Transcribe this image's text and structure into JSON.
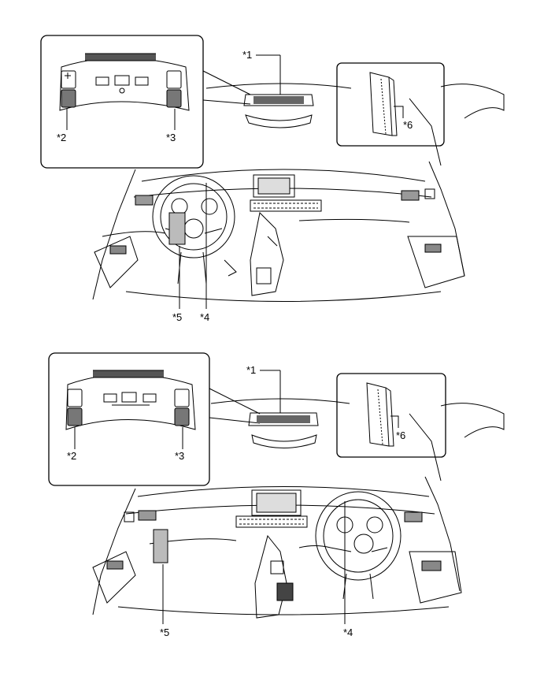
{
  "diagram": {
    "lhd": {
      "callouts": {
        "c1": "*1",
        "c2": "*2",
        "c3": "*3",
        "c4": "*4",
        "c5": "*5",
        "c6": "*6"
      }
    },
    "rhd": {
      "callouts": {
        "c1": "*1",
        "c2": "*2",
        "c3": "*3",
        "c4": "*4",
        "c5": "*5",
        "c6": "*6"
      }
    }
  }
}
